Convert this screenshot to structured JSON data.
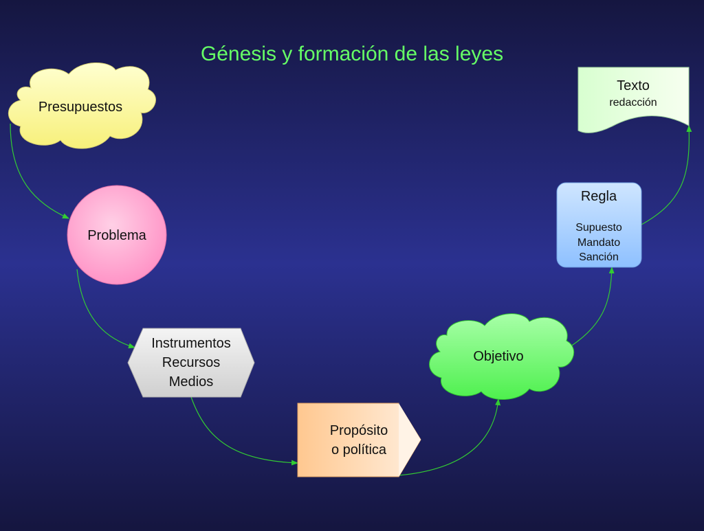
{
  "title": "Génesis y formación de las leyes",
  "nodes": {
    "presupuestos": {
      "label": "Presupuestos",
      "color": "#ffff99"
    },
    "problema": {
      "label": "Problema",
      "color": "#ff99cc"
    },
    "instrumentos": {
      "lines": [
        "Instrumentos",
        "Recursos",
        "Medios"
      ],
      "color": "#e0e0e0"
    },
    "proposito": {
      "lines": [
        "Propósito",
        "o política"
      ],
      "color": "#ffcc99"
    },
    "objetivo": {
      "label": "Objetivo",
      "color": "#66ff66"
    },
    "regla": {
      "label": "Regla",
      "lines": [
        "Supuesto",
        "Mandato",
        "Sanción"
      ],
      "color": "#99ccff"
    },
    "texto": {
      "label": "Texto",
      "sublabel": "redacción",
      "color": "#ccffcc"
    }
  },
  "colors": {
    "title": "#66ff66",
    "connector": "#33cc33",
    "background": "#2b3190"
  }
}
